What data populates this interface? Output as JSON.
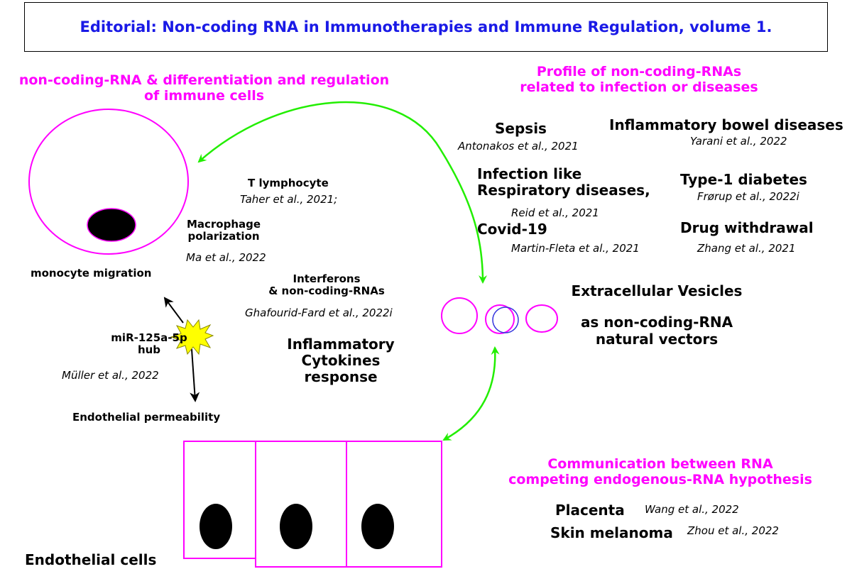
{
  "title": "Editorial: Non-coding RNA in Immunotherapies and Immune Regulation, volume 1.",
  "sections": {
    "immune_cells": {
      "line1": "non-coding-RNA & differentiation and regulation",
      "line2": "of immune cells"
    },
    "profile": {
      "line1": "Profile of non-coding-RNAs",
      "line2": "related to infection or diseases"
    },
    "communication": {
      "line1": "Communication between RNA",
      "line2": "competing endogenous-RNA hypothesis"
    }
  },
  "left": {
    "t_lymphocyte": {
      "label": "T lymphocyte",
      "ref": "Taher et al., 2021;"
    },
    "macrophage": {
      "line1": "Macrophage",
      "line2": "polarization",
      "ref": "Ma et al., 2022"
    },
    "monocyte": "monocyte migration",
    "interferons": {
      "line1": "Interferons",
      "line2": "& non-coding-RNAs",
      "ref": "Ghafourid-Fard et al., 2022i"
    },
    "mir": {
      "line1": "miR-125a-5p",
      "line2": "hub",
      "ref": "Müller et al., 2022"
    },
    "cytokines": {
      "line1": "Inflammatory",
      "line2": "Cytokines",
      "line3": "response"
    },
    "endothelial_perm": "Endothelial permeability",
    "endothelial_cells": "Endothelial cells"
  },
  "diseases": {
    "sepsis": {
      "label": "Sepsis",
      "ref": "Antonakos et al., 2021"
    },
    "ibd": {
      "label": "Inflammatory bowel diseases",
      "ref": "Yarani et al., 2022"
    },
    "infection": {
      "line1": "Infection like",
      "line2": "Respiratory diseases,",
      "ref": "Reid et al., 2021"
    },
    "t1d": {
      "label": "Type-1 diabetes",
      "ref": "Frørup et al., 2022i"
    },
    "covid": {
      "label": "Covid-19",
      "ref": "Martin-Fleta et al., 2021"
    },
    "drug": {
      "label": "Drug withdrawal",
      "ref": "Zhang et al., 2021"
    }
  },
  "vesicles": {
    "line1": "Extracellular Vesicles",
    "line2": "as non-coding-RNA",
    "line3": "natural vectors"
  },
  "ceRNA": {
    "placenta": {
      "label": "Placenta",
      "ref": "Wang et al., 2022"
    },
    "melanoma": {
      "label": "Skin melanoma",
      "ref": "Zhou et al., 2022"
    }
  },
  "colors": {
    "section_heading": "#ff00ff",
    "title": "#1a1ae6",
    "arrows": "#22ee00",
    "cell_outline": "#ff00ff",
    "hub_star": "#ffff00"
  },
  "icons": [
    "monocyte-cell",
    "endothelial-cell",
    "extracellular-vesicle",
    "hub-star",
    "green-double-arrow"
  ]
}
